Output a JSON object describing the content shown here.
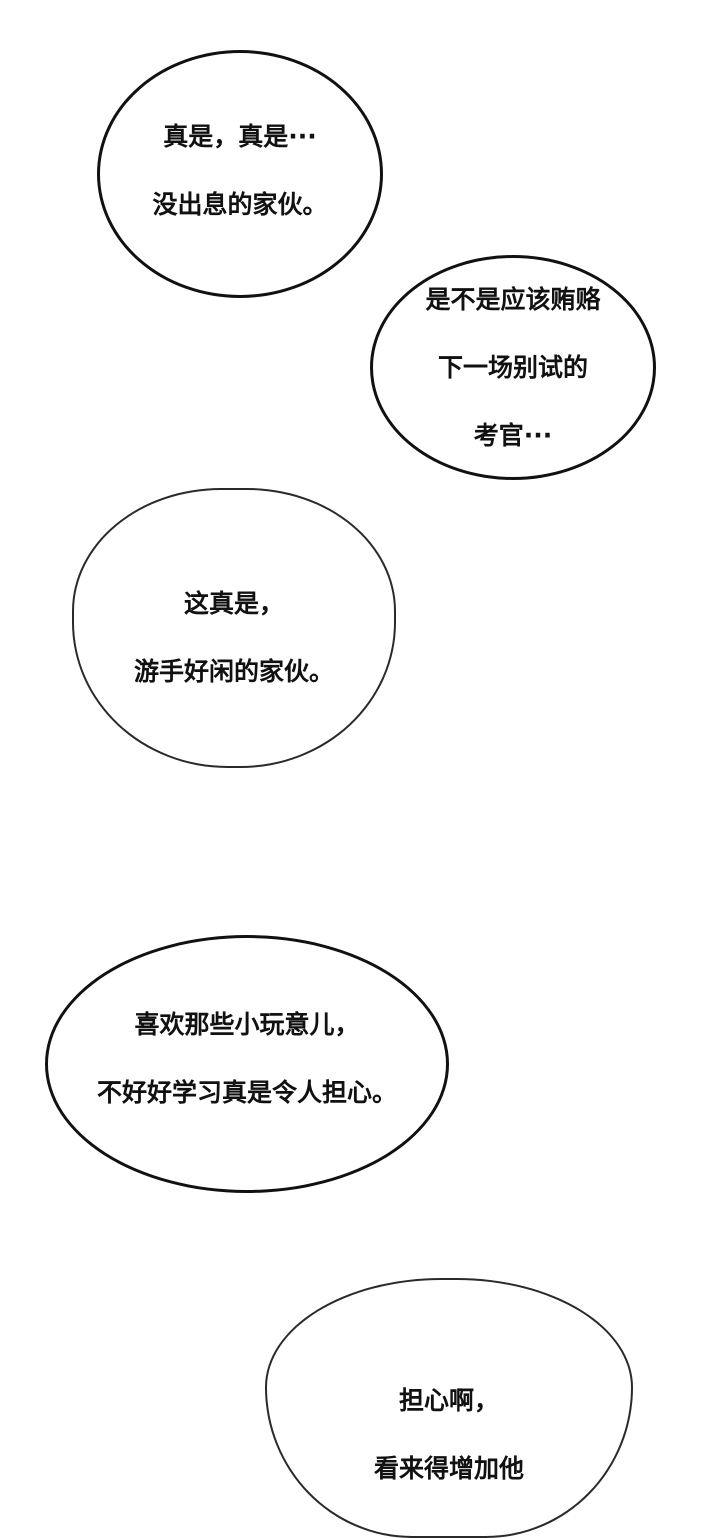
{
  "page": {
    "type": "comic-strip",
    "background": "#ffffff",
    "ink_color": "#111111"
  },
  "bubbles": [
    {
      "id": "b1",
      "shape": "ellipse",
      "lines": [
        "真是，真是···",
        "没出息的家伙。"
      ]
    },
    {
      "id": "b2",
      "shape": "ellipse",
      "lines": [
        "是不是应该贿赂",
        "下一场别试的",
        "考官···"
      ]
    },
    {
      "id": "b3",
      "shape": "rounded-blob",
      "lines": [
        "这真是，",
        "游手好闲的家伙。"
      ]
    },
    {
      "id": "b4",
      "shape": "ellipse",
      "lines": [
        "喜欢那些小玩意儿，",
        "不好好学习真是令人担心。"
      ]
    },
    {
      "id": "b5",
      "shape": "rounded-blob",
      "lines": [
        "担心啊，",
        "看来得增加他"
      ]
    }
  ]
}
